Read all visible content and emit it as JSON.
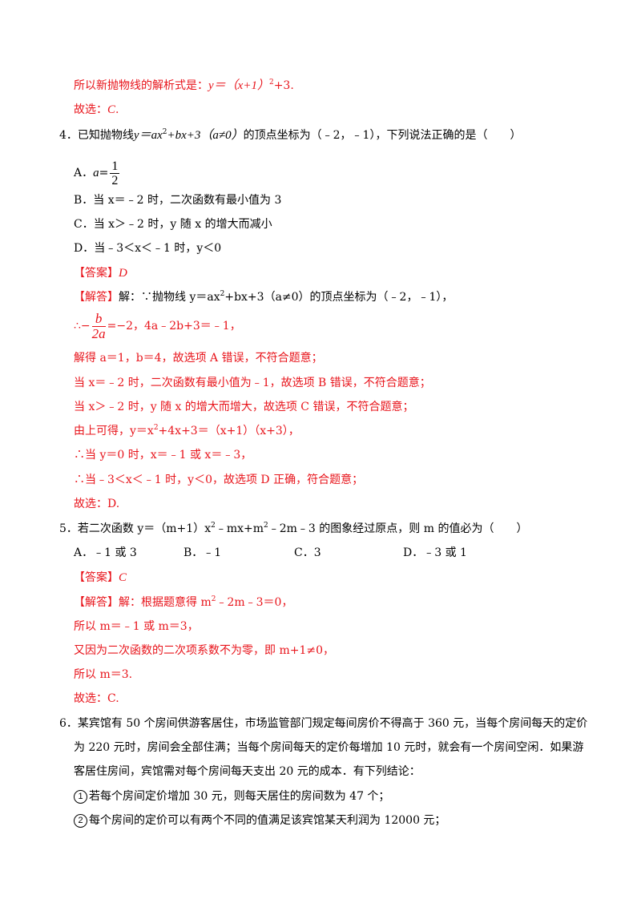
{
  "prev": {
    "l1_pre": "所以新抛物线的解析式是：",
    "l1_eq": "y＝（x+1）",
    "l1_sup": "2",
    "l1_post": "+3.",
    "l2_pre": "故选：",
    "l2_ans": "C",
    "l2_post": "."
  },
  "q4": {
    "num": "4．",
    "stem_a": "已知抛物线",
    "stem_eq": "y＝ax",
    "stem_sup": "2",
    "stem_eq2": "+bx+3（a≠0）",
    "stem_b": "的顶点坐标为（﹣2，﹣1），下列说法正确的是（　　）",
    "optA_label": "A．",
    "optA_var": "a",
    "optA_eq": "=",
    "optA_num": "1",
    "optA_den": "2",
    "optB": "B．当 x＝﹣2 时，二次函数有最小值为 3",
    "optC": "C．当 x＞﹣2 时，y 随 x 的增大而减小",
    "optD": "D．当﹣3＜x＜﹣1 时，y＜0",
    "answer_label": "【答案】",
    "answer_val": "D",
    "sol_label": "【解答】",
    "sol_1": "解：∵抛物线 y＝ax",
    "sol_1_sup": "2",
    "sol_1b": "+bx+3（a≠0）的顶点坐标为（﹣2，﹣1），",
    "sol_2_pre": "∴",
    "sol_2_minus": "−",
    "sol_2_num": "b",
    "sol_2_den": "2a",
    "sol_2_post": "=−2，4a﹣2b+3＝﹣1，",
    "sol_3": "解得 a＝1，b＝4，故选项 A 错误，不符合题意；",
    "sol_4": "当 x＝﹣2 时，二次函数有最小值为﹣1，故选项 B 错误，不符合题意；",
    "sol_5": "当 x＞﹣2 时，y 随 x 的增大而增大，故选项 C 错误，不符合题意；",
    "sol_6": "由上可得，y＝x",
    "sol_6_sup": "2",
    "sol_6b": "+4x+3＝（x+1）（x+3），",
    "sol_7": "∴当 y＝0 时，x＝﹣1 或 x＝﹣3，",
    "sol_8": "∴当﹣3＜x＜﹣1 时，y＜0，故选项 D 正确，符合题意；",
    "sol_9": "故选：D."
  },
  "q5": {
    "num": "5．",
    "stem_a": "若二次函数 y＝（m+1）x",
    "stem_sup1": "2",
    "stem_b": "﹣mx+m",
    "stem_sup2": "2",
    "stem_c": "﹣2m﹣3 的图象经过原点，则 m 的值必为（　　）",
    "optA": "A．﹣1 或 3",
    "optB": "B．﹣1",
    "optC": "C．3",
    "optD": "D．﹣3 或 1",
    "answer_label": "【答案】",
    "answer_val": "C",
    "sol_label": "【解答】",
    "sol_1": "解：根据题意得 m",
    "sol_1_sup": "2",
    "sol_1b": "﹣2m﹣3＝0，",
    "sol_2": "所以 m＝﹣1 或 m＝3，",
    "sol_3": "又因为二次函数的二次项系数不为零，即 m+1≠0，",
    "sol_4": "所以 m＝3.",
    "sol_5": "故选：C."
  },
  "q6": {
    "num": "6．",
    "l1": "某宾馆有 50 个房间供游客居住，市场监管部门规定每间房价不得高于 360 元，当每个房间每天的定价",
    "l2": "为 220 元时，房间会全部住满；当每个房间每天的定价每增加 10 元时，就会有一个房间空闲．如果游",
    "l3": "客居住房间，宾馆需对每个房间每天支出 20 元的成本．有下列结论：",
    "c1_mark": "1",
    "c1": "若每个房间定价增加 30 元，则每天居住的房间数为 47 个；",
    "c2_mark": "2",
    "c2": "每个房间的定价可以有两个不同的值满足该宾馆某天利润为 12000 元；"
  }
}
